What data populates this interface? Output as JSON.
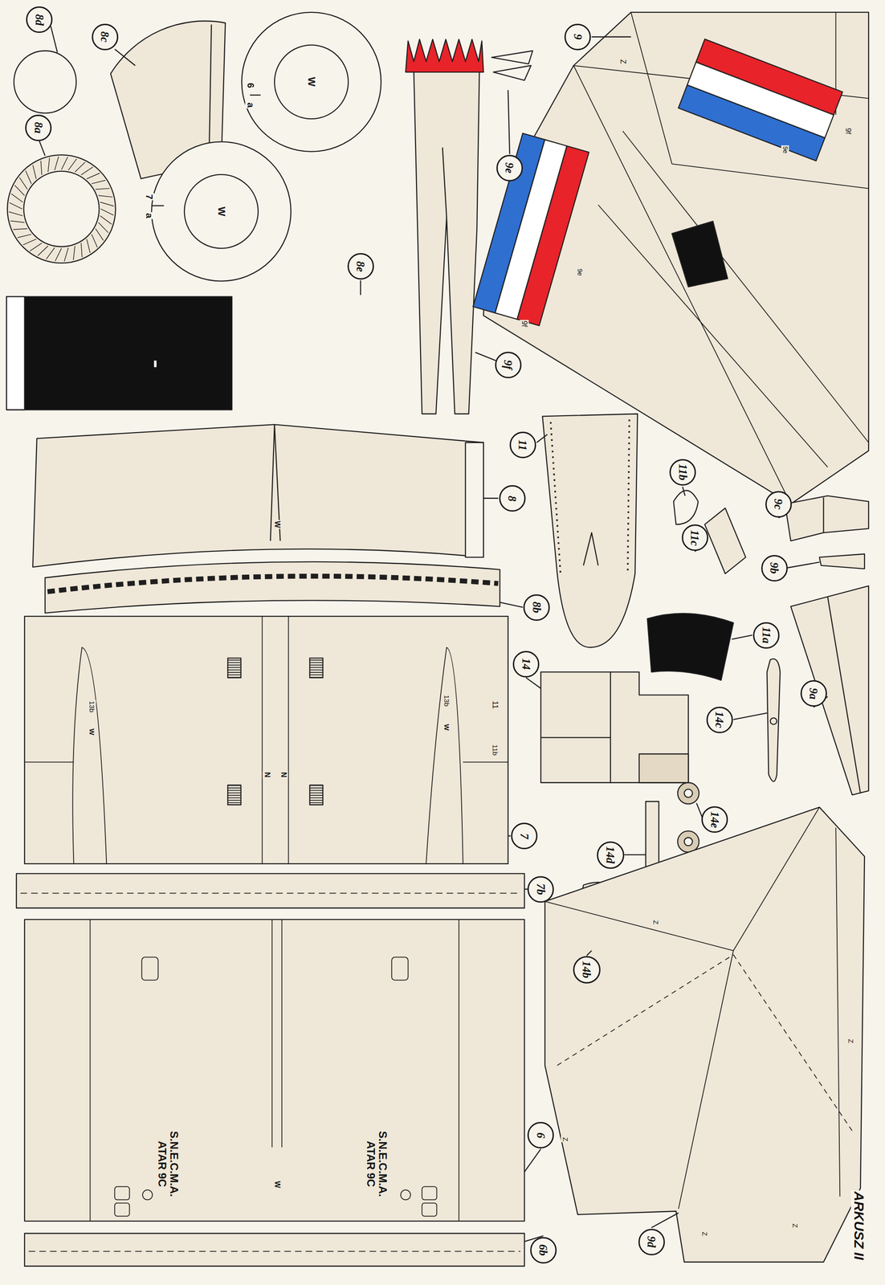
{
  "diagram": {
    "nodes": [
      {
        "text": [
          "8d"
        ]
      },
      {
        "text": [
          "8c"
        ]
      },
      {
        "text": [
          "9"
        ]
      },
      {
        "text": [
          "9e"
        ]
      },
      {
        "text": [
          "8a"
        ]
      },
      {
        "text": [
          "8e"
        ]
      },
      {
        "text": [
          "9f"
        ]
      },
      {
        "text": [
          "11"
        ]
      },
      {
        "text": [
          "11b"
        ]
      },
      {
        "text": [
          "8"
        ]
      },
      {
        "text": [
          "9c"
        ]
      },
      {
        "text": [
          "11c"
        ]
      },
      {
        "text": [
          "9b"
        ]
      },
      {
        "text": [
          "8b"
        ]
      },
      {
        "text": [
          "11a"
        ]
      },
      {
        "text": [
          "14"
        ]
      },
      {
        "text": [
          "14c"
        ]
      },
      {
        "text": [
          "9a"
        ]
      },
      {
        "text": [
          "14e"
        ]
      },
      {
        "text": [
          "7"
        ]
      },
      {
        "text": [
          "14d"
        ]
      },
      {
        "text": [
          "7b"
        ]
      },
      {
        "text": [
          "14b"
        ]
      },
      {
        "text": [
          "6"
        ]
      },
      {
        "text": [
          "6b"
        ]
      },
      {
        "text": [
          "9d"
        ]
      }
    ],
    "labels": [
      "ARKUSZ II",
      "S.N.E.C.M.A. ATAR 9C",
      "S.N.E.C.M.A. ATAR 9C",
      "W",
      "W",
      "7",
      "a",
      "6",
      "a",
      "Z",
      "9f",
      "9f",
      "9e",
      "9e",
      "W",
      "13b",
      "W",
      "13b",
      "W",
      "11b",
      "11",
      "N",
      "N",
      "W",
      "Z",
      "Z",
      "Z",
      "Z",
      "Z"
    ]
  }
}
